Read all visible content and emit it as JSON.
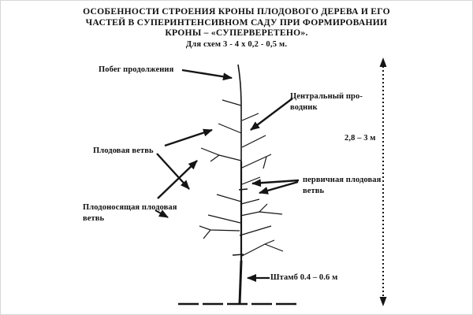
{
  "page": {
    "background": "#ffffff",
    "ink": "#151515",
    "border": "#d7d7d7"
  },
  "title": {
    "line1": "ОСОБЕННОСТИ СТРОЕНИЯ КРОНЫ ПЛОДОВОГО ДЕРЕВА И ЕГО",
    "line2": "ЧАСТЕЙ В СУПЕРИНТЕНСИВНОМ САДУ ПРИ ФОРМИРОВАНИИ",
    "line3": "КРОНЫ – «СУПЕРВЕРЕТЕНО».",
    "scheme_note": "Для схем 3 - 4 х 0,2 - 0,5 м."
  },
  "annotations": {
    "continuation_shoot": "Побег продолжения",
    "central_leader": [
      "Центральный про-",
      "водник"
    ],
    "fruit_branch": "Плодовая ветвь",
    "bearing_fruit_branch": [
      "Плодоносящая плодовая",
      "ветвь"
    ],
    "primary_fruit_branch": [
      "первичная плодовая",
      "ветвь"
    ],
    "trunk": "Штамб 0.4 – 0.6 м",
    "tree_height": "2,8 – 3 м"
  }
}
